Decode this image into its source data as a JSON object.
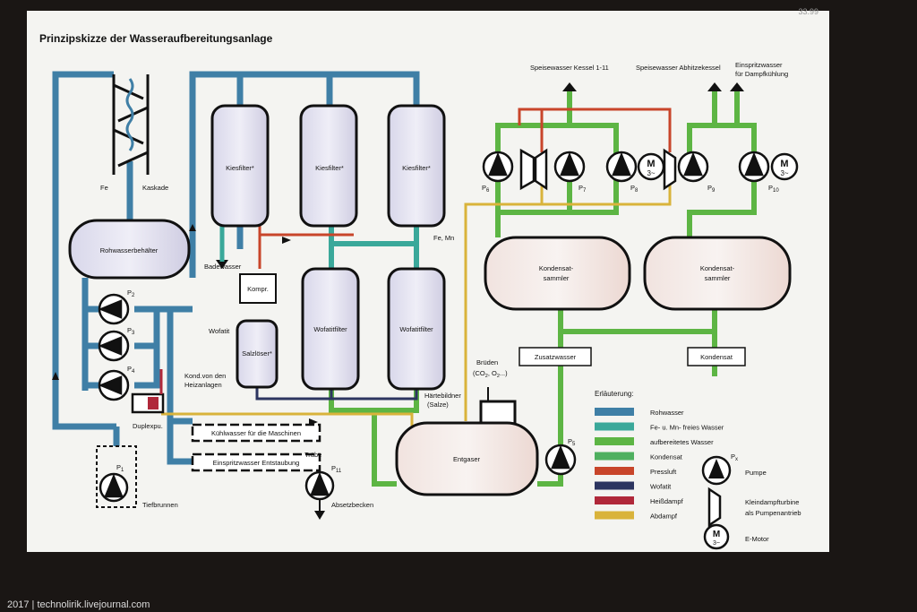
{
  "title": "Prinzipskizze der Wasseraufbereitungsanlage",
  "corner_mark": "33.99",
  "credit": "2017 | technolirik.livejournal.com",
  "labels": {
    "kaskade": "Kaskade",
    "fe": "Fe",
    "rohwasserbehaelter": "Rohwasserbehälter",
    "kiesfilter1": "Kiesfilter*",
    "kiesfilter2": "Kiesfilter*",
    "kiesfilter3": "Kiesfilter*",
    "fe_mn": "Fe, Mn",
    "badewasser": "Badewasser",
    "kompr": "Kompr.",
    "wofatit": "Wofatit",
    "salzloeser": "Salzlöser*",
    "wofatitfilter1": "Wofatitfilter",
    "wofatitfilter2": "Wofatitfilter",
    "haertebildner_1": "Härtebildner",
    "haertebildner_2": "(Salze)",
    "kond_1": "Kond.von den",
    "kond_2": "Heizanlagen",
    "duplexpu": "Duplexpu.",
    "kuehlwasser": "Kühlwasser für die Maschinen",
    "einspritzwasser_entstaubung": "Einspritzwasser Entstaubung",
    "truebe": "Trübe",
    "absetzbecken": "Absetzbecken",
    "tiefbrunnen": "Tiefbrunnen",
    "entgaser": "Entgaser",
    "brueden_1": "Brüden",
    "brueden_2": "(CO",
    "brueden_2_sub": "2",
    "brueden_2_mid": ", O",
    "brueden_2_sub2": "2",
    "brueden_2_end": "...)",
    "kondensatsammler1_1": "Kondensat-",
    "kondensatsammler1_2": "sammler",
    "kondensatsammler2_1": "Kondensat-",
    "kondensatsammler2_2": "sammler",
    "zusatzwasser": "Zusatzwasser",
    "kondensat_box": "Kondensat",
    "speisewasser_kessel": "Speisewasser Kessel 1-11",
    "speisewasser_abhitze": "Speisewasser Abhitzekessel",
    "einspritz_1": "Einspritzwasser",
    "einspritz_2": "für Dampfkühlung"
  },
  "pumps": {
    "p2": "P",
    "p2_sub": "2",
    "p3": "P",
    "p3_sub": "3",
    "p4": "P",
    "p4_sub": "4",
    "p5": "P",
    "p5_sub": "5",
    "p6": "P",
    "p6_sub": "6",
    "p7": "P",
    "p7_sub": "7",
    "p8": "P",
    "p8_sub": "8",
    "p9": "P",
    "p9_sub": "9",
    "p10": "P",
    "p10_sub": "10",
    "p11": "P",
    "p11_sub": "11",
    "p1": "P",
    "p1_sub": "1"
  },
  "motor": {
    "m": "M",
    "phase": "3~"
  },
  "legend": {
    "title": "Erläuterung:",
    "items": [
      {
        "label": "Rohwasser",
        "color": "#3f7fa6"
      },
      {
        "label": "Fe- u. Mn- freies Wasser",
        "color": "#3aa89a"
      },
      {
        "label": "aufbereitetes Wasser",
        "color": "#5db544"
      },
      {
        "label": "Kondensat",
        "color": "#4fb060"
      },
      {
        "label": "Pressluft",
        "color": "#c8452a"
      },
      {
        "label": "Wofatit",
        "color": "#2c3560"
      },
      {
        "label": "Heißdampf",
        "color": "#b0283a"
      },
      {
        "label": "Abdampf",
        "color": "#d9b33b"
      }
    ],
    "pumpe_sub": "x",
    "pumpe_p": "P",
    "pumpe": "Pumpe",
    "turbine_1": "Kleindampfturbine",
    "turbine_2": "als Pumpenantrieb",
    "emotor": "E-Motor"
  },
  "colors": {
    "rohwasser": "#3f7fa6",
    "fe_free": "#3aa89a",
    "treated": "#5db544",
    "pressluft": "#c8452a",
    "wofatit": "#2c3560",
    "heissdampf": "#b0283a",
    "abdampf": "#d9b33b"
  }
}
